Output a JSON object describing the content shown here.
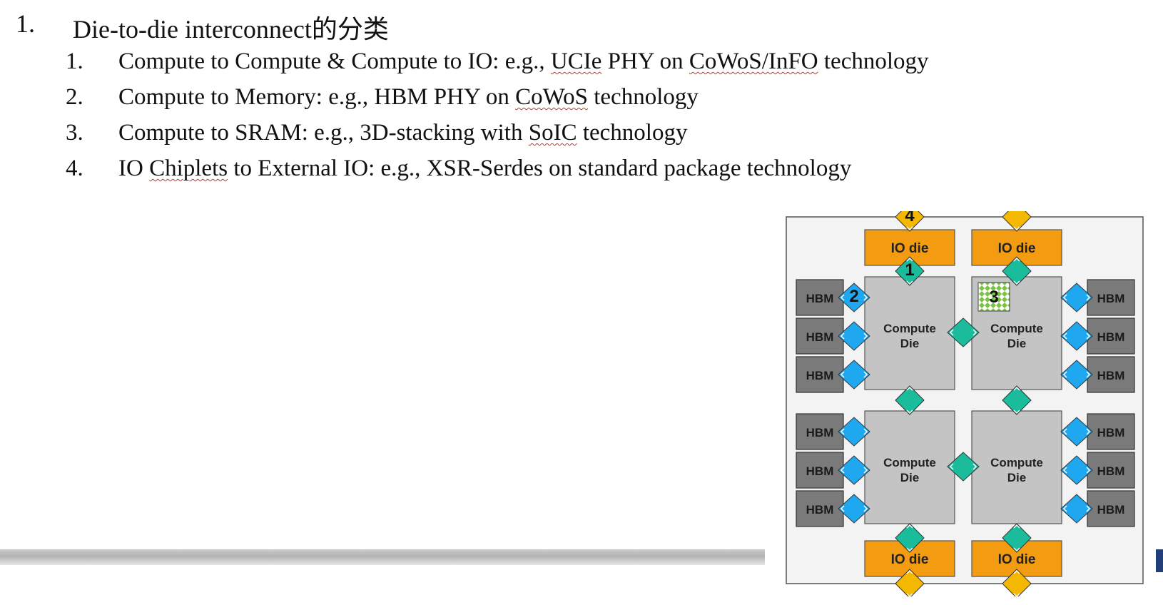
{
  "heading": {
    "number": "1.",
    "text": "Die-to-die interconnect的分类"
  },
  "items": [
    {
      "number": "1.",
      "parts": [
        "Compute to Compute & Compute to IO: e.g., ",
        "UCIe",
        " PHY on ",
        "CoWoS/InFO",
        " technology"
      ]
    },
    {
      "number": "2.",
      "parts": [
        "Compute to Memory: e.g., HBM PHY on ",
        "CoWoS",
        " technology"
      ]
    },
    {
      "number": "3.",
      "parts": [
        "Compute to SRAM: e.g., 3D-stacking with ",
        "SoIC",
        " technology"
      ]
    },
    {
      "number": "4.",
      "parts": [
        "IO ",
        "Chiplets",
        " to External IO: e.g., XSR-Serdes on standard package technology"
      ]
    }
  ],
  "diagram": {
    "io_die_label": "IO die",
    "compute_die_label_line1": "Compute",
    "compute_die_label_line2": "Die",
    "hbm_label": "HBM",
    "markers": [
      "4",
      "1",
      "2",
      "3"
    ],
    "colors": {
      "io_die": "#f39c12",
      "compute_die": "#c4c4c4",
      "hbm": "#7a7a7a",
      "package": "#f3f3f3",
      "arrow_io": "#f5b800",
      "arrow_compute": "#1abc9c",
      "arrow_hbm": "#1fa8f0",
      "sram_pattern": "#7dc342"
    }
  }
}
